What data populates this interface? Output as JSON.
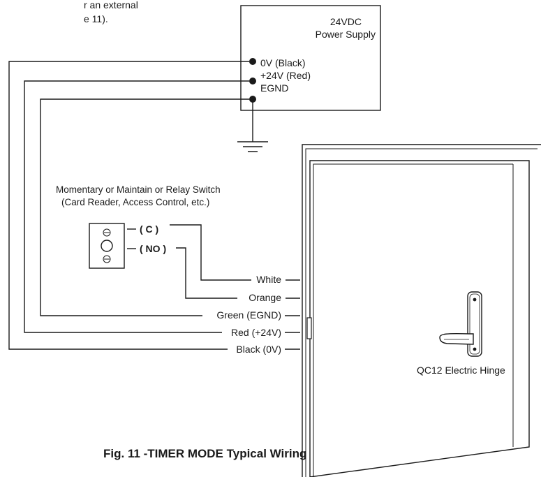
{
  "header_fragment": {
    "line1": "r an external",
    "line2": "e 11)."
  },
  "power_supply": {
    "title_line1": "24VDC",
    "title_line2": "Power Supply",
    "terminals": [
      "0V (Black)",
      "+24V (Red)",
      "EGND"
    ]
  },
  "switch": {
    "title_line1": "Momentary or Maintain or Relay Switch",
    "title_line2": "(Card Reader, Access Control, etc.)",
    "terminal_c": "( C )",
    "terminal_no": "( NO )"
  },
  "wires": {
    "white": "White",
    "orange": "Orange",
    "green": "Green (EGND)",
    "red": "Red (+24V)",
    "black": "Black (0V)"
  },
  "hinge_label": "QC12 Electric Hinge",
  "caption": "Fig. 11 -TIMER MODE Typical Wiring"
}
